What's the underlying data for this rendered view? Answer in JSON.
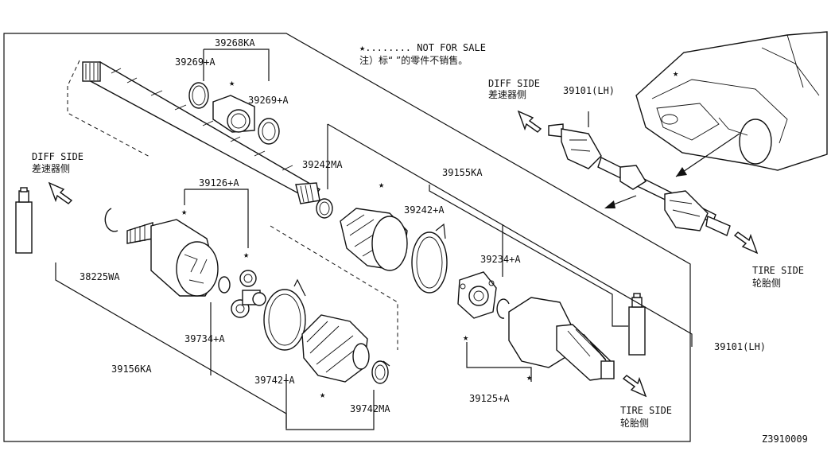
{
  "legend": {
    "star_text": "★........ NOT FOR SALE",
    "note_text": "注）标“  ”的零件不销售。"
  },
  "labels": {
    "p39268KA": "39268KA",
    "p39269A_left": "39269+A",
    "p39269A_right": "39269+A",
    "p39242MA": "39242MA",
    "p39155KA": "39155KA",
    "p39126A": "39126+A",
    "p39242A": "39242+A",
    "p38225WA": "38225WA",
    "p39234A": "39234+A",
    "p39734A": "39734+A",
    "p39156KA": "39156KA",
    "p39742A": "39742+A",
    "p39742MA": "39742MA",
    "p39125A": "39125+A",
    "p39101LH_top": "39101(LH)",
    "p39101LH_right": "39101(LH)"
  },
  "directions": {
    "diff_side_left_en": "DIFF SIDE",
    "diff_side_left_cn": "差速器侧",
    "diff_side_top_en": "DIFF SIDE",
    "diff_side_top_cn": "差速器侧",
    "tire_side_right_en": "TIRE SIDE",
    "tire_side_right_cn": "轮胎侧",
    "tire_side_bottom_en": "TIRE SIDE",
    "tire_side_bottom_cn": "轮胎侧"
  },
  "diagram_code": "Z3910009",
  "icons": {
    "star": "★",
    "arrow": "hollow-direction-arrow"
  }
}
